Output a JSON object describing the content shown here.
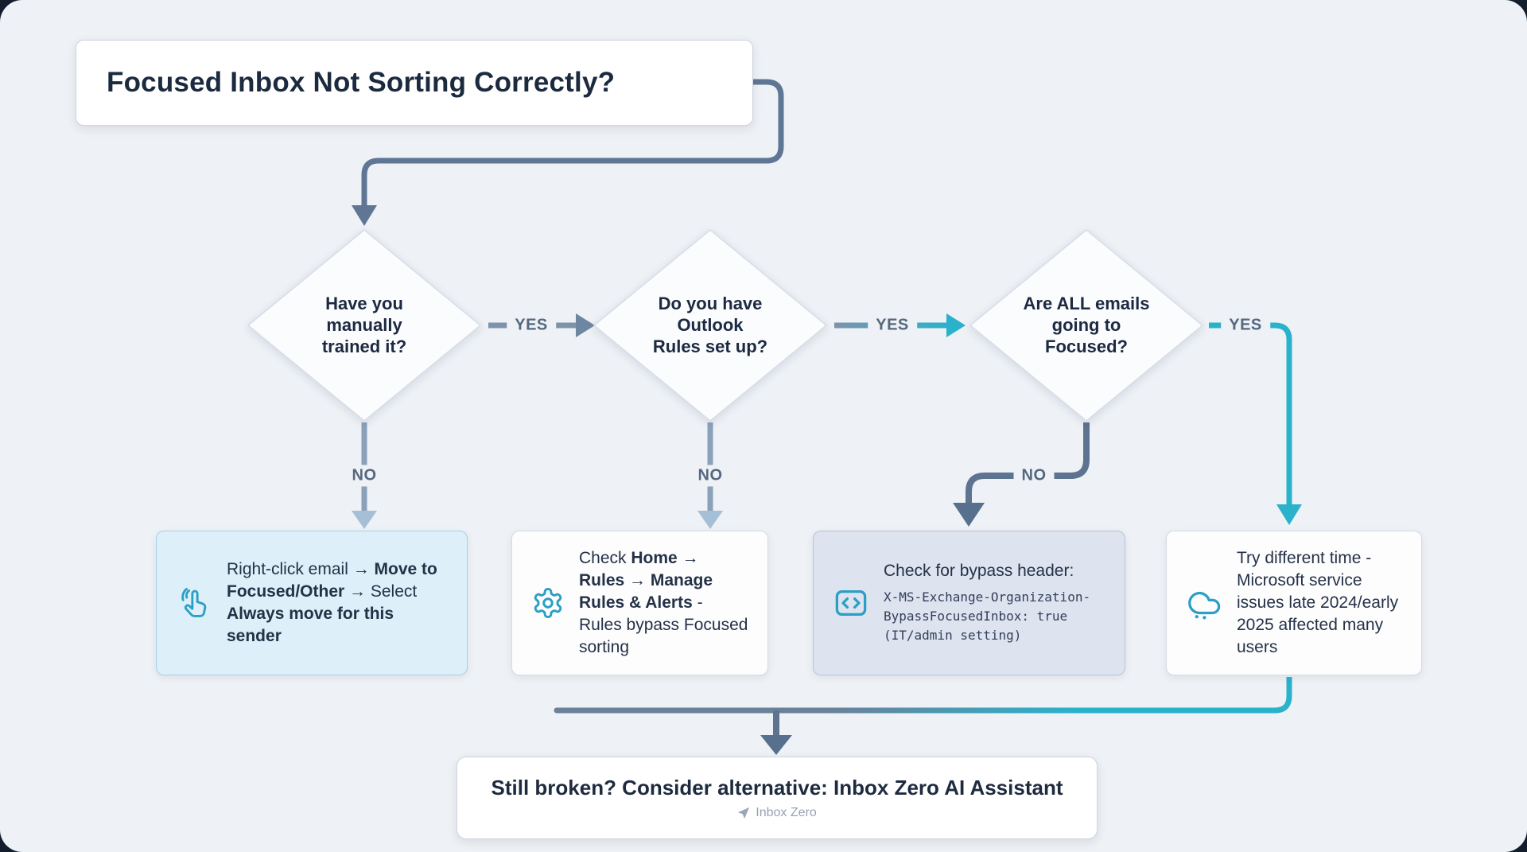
{
  "colors": {
    "background": "#eef1f5",
    "frame": "#141d2b",
    "slate_line": "#64809c",
    "teal_line": "#2ab2cc",
    "text_dark": "#1c2940",
    "highlight_box": "#ddeff8",
    "admin_box": "#dde3ef"
  },
  "title": "Focused Inbox Not Sorting Correctly?",
  "labels": {
    "yes": "YES",
    "no": "NO"
  },
  "decisions": [
    {
      "text": "Have you\nmanually\ntrained it?"
    },
    {
      "text": "Do you have\nOutlook\nRules set up?"
    },
    {
      "text": "Are ALL emails\ngoing to\nFocused?"
    }
  ],
  "results": [
    {
      "icon": "hand-pointer-icon",
      "segments": [
        {
          "text": "Right-click email → ",
          "bold": false
        },
        {
          "text": "Move to Focused/Other",
          "bold": true
        },
        {
          "text": " → Select ",
          "bold": false
        },
        {
          "text": "Always move for this sender",
          "bold": true
        }
      ]
    },
    {
      "icon": "gear-icon",
      "segments": [
        {
          "text": "Check ",
          "bold": false
        },
        {
          "text": "Home → Rules → Manage Rules & Alerts",
          "bold": true
        },
        {
          "text": " - Rules bypass Focused sorting",
          "bold": false
        }
      ]
    },
    {
      "icon": "code-brackets-icon",
      "heading": "Check for bypass header:",
      "code": "X-MS-Exchange-Organization-\nBypassFocusedInbox: true\n(IT/admin setting)"
    },
    {
      "icon": "cloud-icon",
      "segments": [
        {
          "text": "Try different time - Microsoft service issues late 2024/early 2025 affected many users",
          "bold": false
        }
      ]
    }
  ],
  "footer": {
    "text": "Still broken? Consider alternative: Inbox Zero AI Assistant",
    "brand": "Inbox Zero",
    "brand_icon": "inbox-zero-logo-icon"
  }
}
